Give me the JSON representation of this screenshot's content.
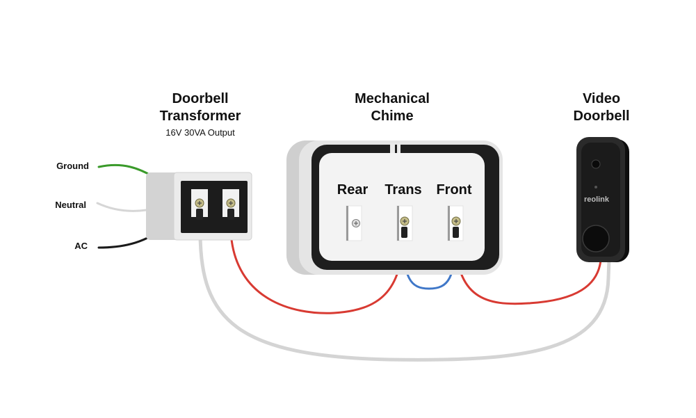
{
  "transformer": {
    "title_line1": "Doorbell",
    "title_line2": "Transformer",
    "subtitle": "16V 30VA Output"
  },
  "chime": {
    "title_line1": "Mechanical",
    "title_line2": "Chime",
    "terminals": {
      "rear": "Rear",
      "trans": "Trans",
      "front": "Front"
    }
  },
  "doorbell": {
    "title_line1": "Video",
    "title_line2": "Doorbell",
    "brand": "reolink"
  },
  "wire_labels": {
    "ground": "Ground",
    "neutral": "Neutral",
    "ac": "AC"
  },
  "colors": {
    "ground": "#3a9a2a",
    "neutral": "#d6d6d6",
    "ac": "#1a1a1a",
    "red": "#d83a32",
    "blue": "#3f77c8",
    "gray_wire": "#d4d4d4"
  },
  "icons": {
    "screw": "screw-icon",
    "camera": "camera-lens-icon",
    "button": "doorbell-button-icon"
  }
}
